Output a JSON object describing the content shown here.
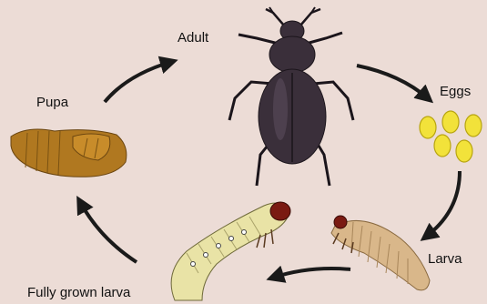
{
  "diagram": {
    "title": "",
    "background": "#ecdcd6",
    "arrow_color": "#1a1a1a",
    "stages": [
      {
        "id": "adult",
        "label": "Adult",
        "icon": "beetle-icon"
      },
      {
        "id": "eggs",
        "label": "Eggs",
        "icon": "eggs-icon"
      },
      {
        "id": "larva",
        "label": "Larva",
        "icon": "larva-icon"
      },
      {
        "id": "grown",
        "label": "Fully grown larva",
        "icon": "grown-larva-icon"
      },
      {
        "id": "pupa",
        "label": "Pupa",
        "icon": "pupa-icon"
      }
    ],
    "colors": {
      "beetle": "#3a2f3a",
      "egg": "#f2e23a",
      "larva": "#d9b78a",
      "grown_larva": "#e9e3a6",
      "pupa": "#b07820"
    }
  }
}
